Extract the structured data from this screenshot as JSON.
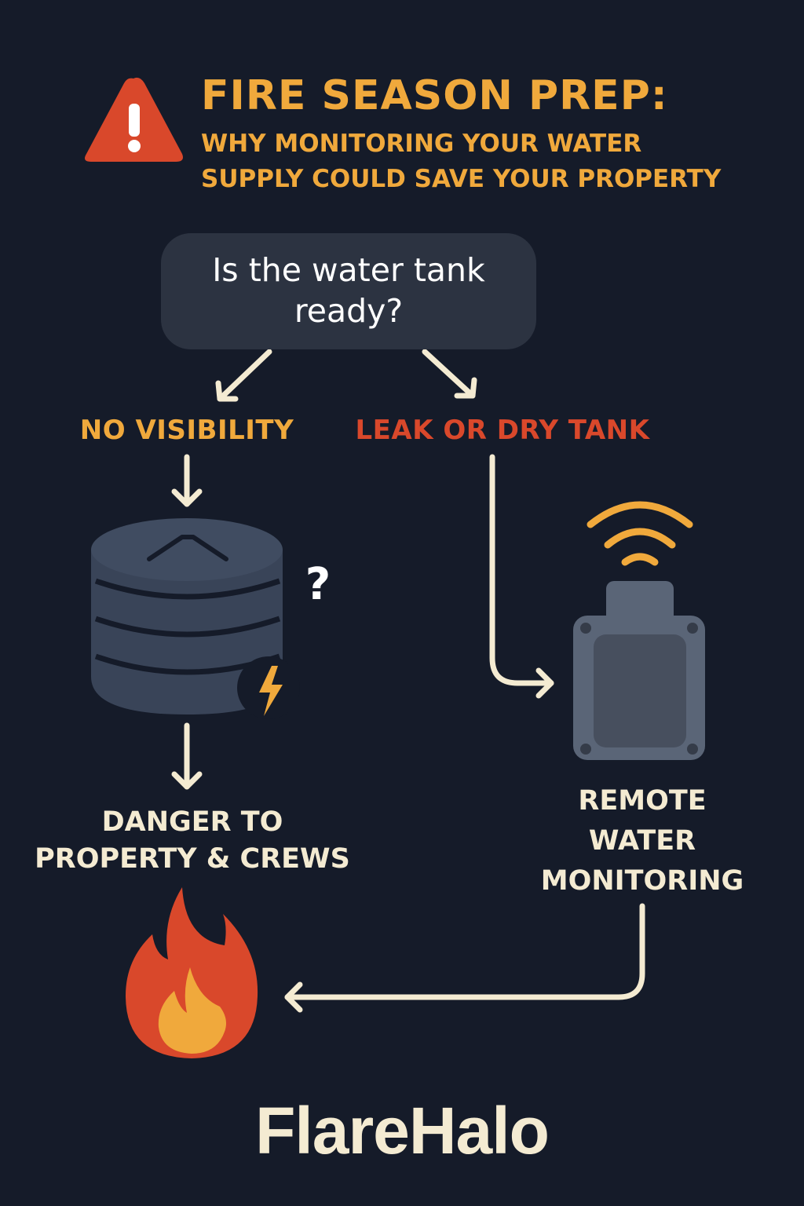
{
  "header": {
    "title": "FIRE SEASON PREP:",
    "subtitle_lines": [
      "WHY MONITORING YOUR WATER",
      "SUPPLY COULD SAVE YOUR PROPERTY"
    ]
  },
  "question": {
    "line1": "Is the water tank",
    "line2": "ready?"
  },
  "branches": {
    "left": "NO VISIBILITY",
    "right": "LEAK OR DRY TANK"
  },
  "tank": {
    "unknown_mark": "?"
  },
  "outcomes": {
    "danger_lines": [
      "DANGER TO",
      "PROPERTY & CREWS"
    ],
    "solution_lines": [
      "REMOTE",
      "WATER",
      "MONITORING"
    ]
  },
  "brand": {
    "name": "FlareHalo"
  },
  "colors": {
    "background": "#151b29",
    "accent_amber": "#f0a93c",
    "alert_red": "#d9482b",
    "cream": "#f4ebd2",
    "tank_slate": "#394458",
    "box_gray": "#2c3341"
  },
  "icons": {
    "warning": "warning-triangle-icon",
    "tank": "water-tank-icon",
    "bolt": "lightning-bolt-icon",
    "sensor": "sensor-device-icon",
    "signal": "wifi-signal-icon",
    "fire": "fire-icon"
  }
}
